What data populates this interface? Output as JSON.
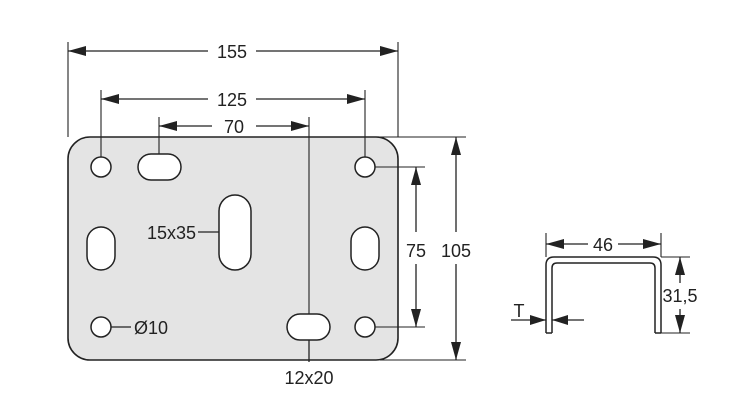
{
  "plate_dimensions": {
    "overall_width": "155",
    "outer_hole_spacing": "125",
    "slot_spacing": "70",
    "vertical_hole_spacing": "75",
    "overall_height": "105"
  },
  "callouts": {
    "center_slot": "15x35",
    "round_hole": "Ø10",
    "bottom_slot": "12x20"
  },
  "profile_dimensions": {
    "width": "46",
    "height": "31,5",
    "thickness_label": "T"
  }
}
